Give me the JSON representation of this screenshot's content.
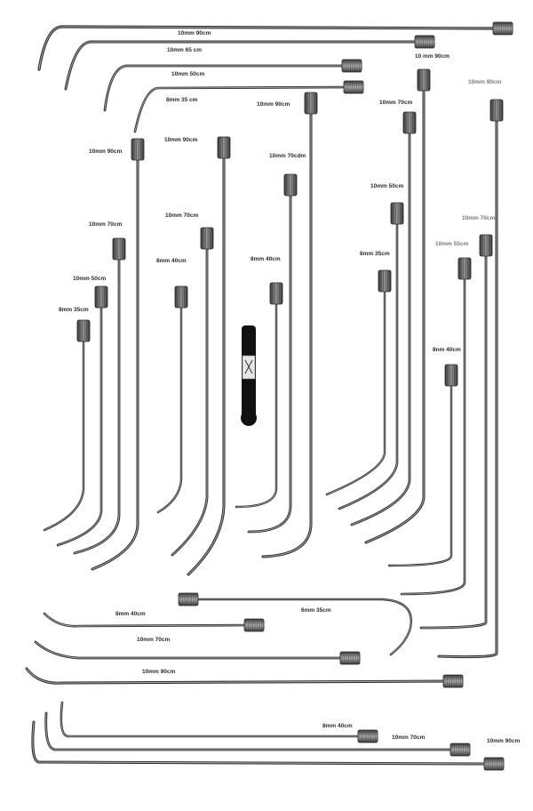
{
  "photo": {
    "subject": "Dent repair rod set",
    "labels": {
      "t1": "10mm 90cm",
      "t2": "10mm 65 cm",
      "t3": "10 mm 90cm",
      "t4": "10mm 50cm",
      "t5": "8mm 35 cm",
      "t6": "10mm 90cm",
      "t7": "10mm 70cm",
      "t8": "10mm 90cm",
      "v1": "10mm 90cm",
      "v2": "10mm 90cm",
      "v3": "10mm 70cdm",
      "v4": "10mm 50cm",
      "v5": "10mm 70cm",
      "v6": "10mm 70cm",
      "v7": "10mm 70cm",
      "v8": "10mm 55cm",
      "v9": "10mm 50cm",
      "v10": "8mm 40cm",
      "v11": "8mm 40cm",
      "v12": "8mm 35cm",
      "v13": "8mm 35cm",
      "v14": "8nm 40cm",
      "b1": "8mm 40cm",
      "b2": "6mm 35cm",
      "b3": "10mm 70cm",
      "b4": "10mm 90cm",
      "b5": "8mm 40cm",
      "b6": "10mm 70cm",
      "b7": "10mm 90cm"
    }
  }
}
